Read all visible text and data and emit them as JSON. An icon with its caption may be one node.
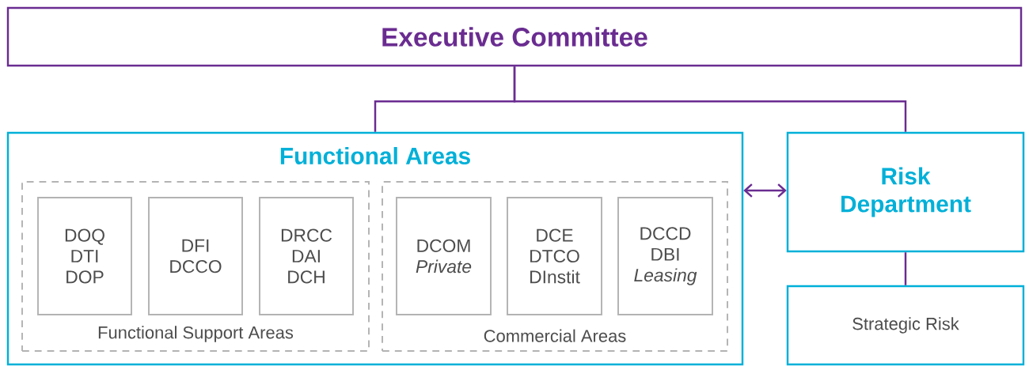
{
  "diagram": {
    "nodes": [
      {
        "text": [
          "Executive Committee"
        ]
      },
      {
        "text": [
          "Functional Areas"
        ]
      },
      {
        "text": [
          "Functional Support Areas"
        ],
        "in": 1
      },
      {
        "text": [
          "DOQ",
          "DTI",
          "DOP"
        ],
        "in": 2
      },
      {
        "text": [
          "DFI",
          "DCCO"
        ],
        "in": 2
      },
      {
        "text": [
          "DRCC",
          "DAI",
          "DCH"
        ],
        "in": 2
      },
      {
        "text": [
          "Commercial Areas"
        ],
        "in": 1
      },
      {
        "text": [
          "DCOM",
          "*Private*"
        ],
        "in": 6
      },
      {
        "text": [
          "DCE",
          "DTCO",
          "DInstit"
        ],
        "in": 6
      },
      {
        "text": [
          "DCCD",
          "DBI",
          "*Leasing*"
        ],
        "in": 6
      },
      {
        "text": [
          "Risk Department"
        ]
      },
      {
        "text": [
          "Strategic Risk"
        ]
      }
    ],
    "edges": [
      {
        "from": 0,
        "to": 1,
        "arrow": "none"
      },
      {
        "from": 0,
        "to": 10,
        "arrow": "none"
      },
      {
        "from": 1,
        "to": 10,
        "arrow": "both"
      },
      {
        "from": 10,
        "to": 11,
        "arrow": "none"
      }
    ]
  }
}
